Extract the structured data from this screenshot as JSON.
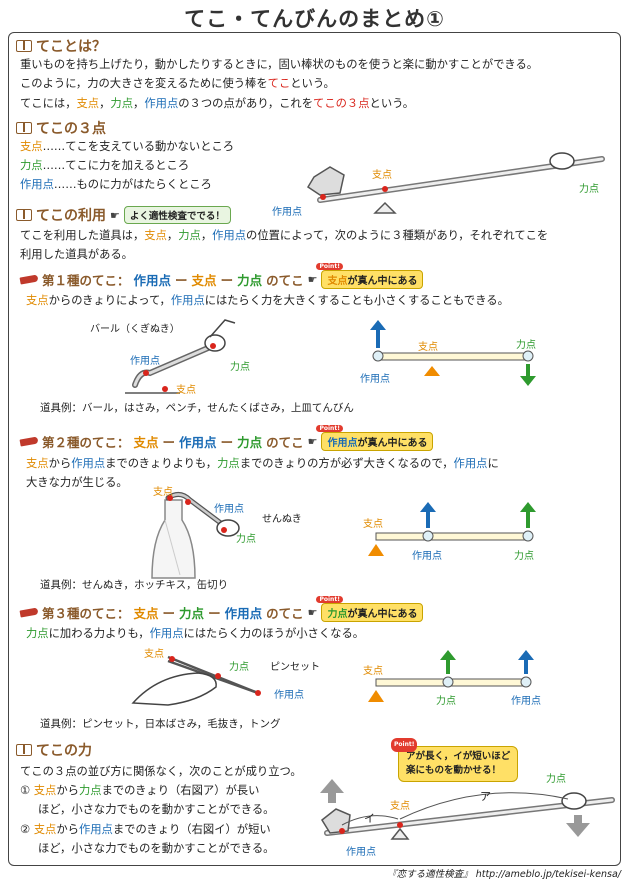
{
  "title": "てこ・てんびんのまとめ①",
  "s1": {
    "heading": "てことは？",
    "l1": "重いものを持ち上げたり，動かしたりするときに，固い棒状のものを使うと楽に動かすことができる。",
    "l2a": "このように，力の大きさを変えるために使う棒を",
    "l2b": "てこ",
    "l2c": "という。",
    "l3a": "てこには，",
    "l3b": "支点",
    "l3c": "，",
    "l3d": "力点",
    "l3e": "，",
    "l3f": "作用点",
    "l3g": "の３つの点があり，これを",
    "l3h": "てこの３点",
    "l3i": "という。"
  },
  "s2": {
    "heading": "てこの３点",
    "fulcrum": "支点",
    "fulcrum_desc": "……てこを支えている動かないところ",
    "effort": "力点",
    "effort_desc": "……てこに力を加えるところ",
    "load": "作用点",
    "load_desc": "……ものに力がはたらくところ",
    "fig_fulcrum": "支点",
    "fig_effort": "力点",
    "fig_load": "作用点"
  },
  "s3": {
    "heading": "てこの利用",
    "tip": "よく適性検査ででる！",
    "l1a": "てこを利用した道具は，",
    "l1b": "支点",
    "l1c": "，",
    "l1d": "力点",
    "l1e": "，",
    "l1f": "作用点",
    "l1g": "の位置によって，次のように３種類があり，それぞれてこを",
    "l2": "利用した道具がある。"
  },
  "t1": {
    "head_a": "第１種のてこ：",
    "head_b": "作用点",
    "head_c": "ー",
    "head_d": "支点",
    "head_e": "ー",
    "head_f": "力点",
    "head_g": "のてこ",
    "point": "Point!",
    "badge_a": "支点",
    "badge_b": "が真ん中にある",
    "desc_a": "支点",
    "desc_b": "からのきょりによって，",
    "desc_c": "作用点",
    "desc_d": "にはたらく力を大きくすることも小さくすることもできる。",
    "tool": "バール（くぎぬき）",
    "tool_load": "作用点",
    "tool_effort": "力点",
    "tool_fulcrum": "支点",
    "diag_fulcrum": "支点",
    "diag_effort": "力点",
    "diag_load": "作用点",
    "examples": "道具例：バール，はさみ，ペンチ，せんたくばさみ，上皿てんびん"
  },
  "t2": {
    "head_a": "第２種のてこ：",
    "head_b": "支点",
    "head_c": "ー",
    "head_d": "作用点",
    "head_e": "ー",
    "head_f": "力点",
    "head_g": "のてこ",
    "point": "Point!",
    "badge_a": "作用点",
    "badge_b": "が真ん中にある",
    "desc_a": "支点",
    "desc_b": "から",
    "desc_c": "作用点",
    "desc_d": "までのきょりよりも，",
    "desc_e": "力点",
    "desc_f": "までのきょりの方が必ず大きくなるので，",
    "desc_g": "作用点",
    "desc_h": "に",
    "desc2": "大きな力が生じる。",
    "tool": "せんぬき",
    "tool_fulcrum": "支点",
    "tool_load": "作用点",
    "tool_effort": "力点",
    "diag_fulcrum": "支点",
    "diag_load": "作用点",
    "diag_effort": "力点",
    "examples": "道具例：せんぬき，ホッチキス，缶切り"
  },
  "t3": {
    "head_a": "第３種のてこ：",
    "head_b": "支点",
    "head_c": "ー",
    "head_d": "力点",
    "head_e": "ー",
    "head_f": "作用点",
    "head_g": "のてこ",
    "point": "Point!",
    "badge_a": "力点",
    "badge_b": "が真ん中にある",
    "desc_a": "力点",
    "desc_b": "に加わる力よりも，",
    "desc_c": "作用点",
    "desc_d": "にはたらく力のほうが小さくなる。",
    "tool": "ピンセット",
    "tool_fulcrum": "支点",
    "tool_effort": "力点",
    "tool_load": "作用点",
    "diag_fulcrum": "支点",
    "diag_effort": "力点",
    "diag_load": "作用点",
    "examples": "道具例：ピンセット，日本ばさみ，毛抜き，トング"
  },
  "s4": {
    "heading": "てこの力",
    "l1": "てこの３点の並び方に関係なく，次のことが成り立つ。",
    "i1_num": "①",
    "i1a": "支点",
    "i1b": "から",
    "i1c": "力点",
    "i1d": "までのきょり（右図ア）が長い",
    "i1e": "ほど，小さな力でものを動かすことができる。",
    "i2_num": "②",
    "i2a": "支点",
    "i2b": "から",
    "i2c": "作用点",
    "i2d": "までのきょり（右図イ）が短い",
    "i2e": "ほど，小さな力でものを動かすことができる。",
    "point": "Point!",
    "bubble1": "アが長く，イが短いほど",
    "bubble2": "楽にものを動かせる！",
    "fig_a": "ア",
    "fig_i": "イ",
    "fig_fulcrum": "支点",
    "fig_effort": "力点",
    "fig_load": "作用点"
  },
  "footer": "『恋する適性検査』 http://ameblo.jp/tekisei-kensa/"
}
